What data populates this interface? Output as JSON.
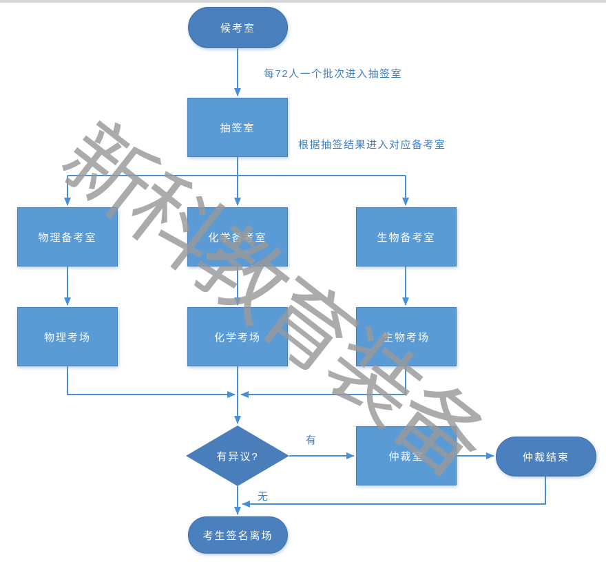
{
  "diagram": {
    "title_hint": "exam-flow-chart",
    "nodes": {
      "waiting_room": {
        "label": "候考室",
        "shape": "stadium"
      },
      "lottery_room": {
        "label": "抽签室",
        "shape": "rect"
      },
      "physics_prep": {
        "label": "物理备考室",
        "shape": "rect"
      },
      "chemistry_prep": {
        "label": "化学备考室",
        "shape": "rect"
      },
      "biology_prep": {
        "label": "生物备考室",
        "shape": "rect"
      },
      "physics_exam": {
        "label": "物理考场",
        "shape": "rect"
      },
      "chemistry_exam": {
        "label": "化学考场",
        "shape": "rect"
      },
      "biology_exam": {
        "label": "生物考场",
        "shape": "rect"
      },
      "objection_decision": {
        "label": "有异议?",
        "shape": "diamond"
      },
      "arbitration_room": {
        "label": "仲裁室",
        "shape": "rect"
      },
      "arbitration_end": {
        "label": "仲裁结束",
        "shape": "stadium"
      },
      "sign_and_leave": {
        "label": "考生签名离场",
        "shape": "stadium"
      }
    },
    "edge_labels": {
      "batch_note": "每72人一个批次进入抽签室",
      "lottery_result_note": "根据抽签结果进入对应备考室",
      "yes": "有",
      "no": "无"
    },
    "watermark": "新科教育装备",
    "colors": {
      "rect_fill": "#5B9BD5",
      "terminal_fill": "#4A80BE",
      "connector": "#4A8FD6",
      "edge_label_text": "#3E7EC5",
      "watermark_gray": "#989898",
      "node_text": "#FFFFFF"
    }
  }
}
